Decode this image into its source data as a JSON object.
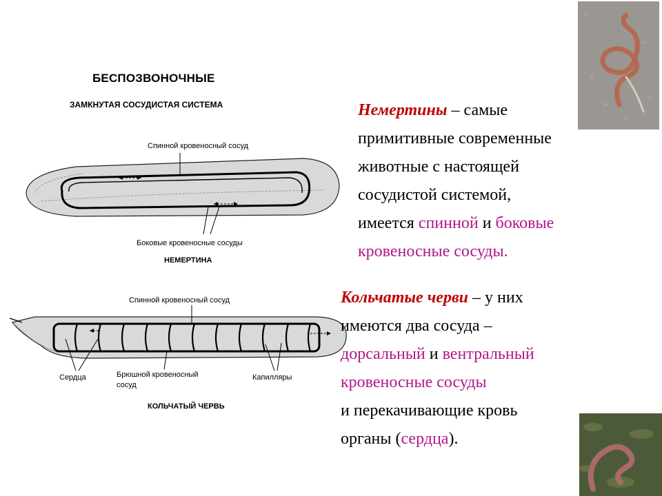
{
  "diagram": {
    "title": "БЕСПОЗВОНОЧНЫЕ",
    "subtitle": "ЗАМКНУТАЯ СОСУДИСТАЯ СИСТЕМА",
    "nemertine": {
      "dorsal_label": "Спинной кровеносный сосуд",
      "lateral_label": "Боковые кровеносные сосуды",
      "caption": "НЕМЕРТИНА"
    },
    "annelid": {
      "dorsal_label": "Спинной кровеносный сосуд",
      "hearts_label": "Сердца",
      "ventral_label_line1": "Брюшной кровеносный",
      "ventral_label_line2": "сосуд",
      "capillaries_label": "Капилляры",
      "caption": "КОЛЬЧАТЫЙ ЧЕРВЬ"
    }
  },
  "text1": {
    "term": "Немертины",
    "p1": " – самые",
    "l2": "примитивные современные",
    "l3": "животные с настоящей",
    "l4": "сосудистой системой,",
    "l5a": "имеется ",
    "l5b": "спинной",
    "l5c": " и ",
    "l5d": "боковые",
    "l6": "кровеносные сосуды."
  },
  "text2": {
    "term": "Кольчатые черви",
    "p1": " – у них",
    "l2": "имеются два сосуда –",
    "l3a": "дорсальный",
    "l3b": " и ",
    "l3c": "вентральный",
    "l4": "кровеносные сосуды",
    "l5": "и перекачивающие кровь",
    "l6a": "органы (",
    "l6b": "сердца",
    "l6c": ")."
  },
  "colors": {
    "term": "#c00000",
    "highlight": "#b0178a",
    "body_gray": "#d9d9d9"
  }
}
